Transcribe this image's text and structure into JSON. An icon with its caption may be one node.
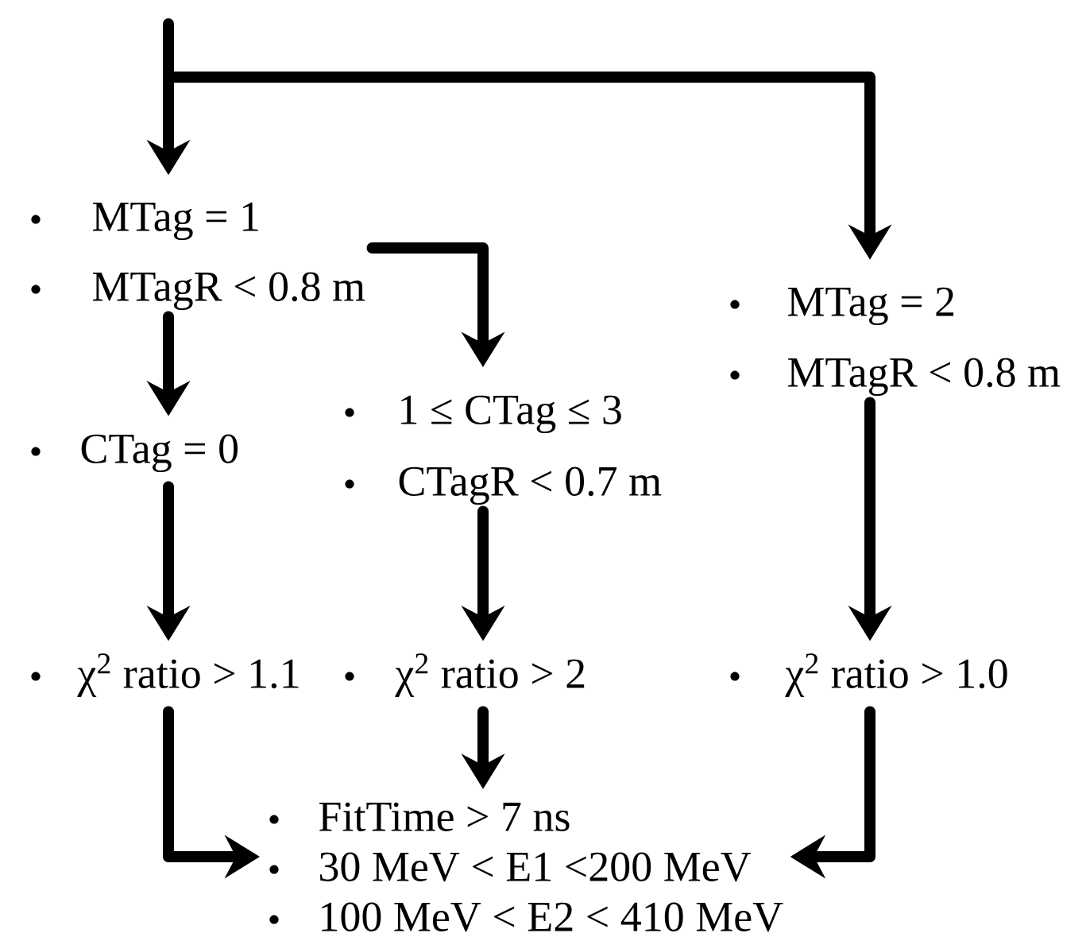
{
  "diagram": {
    "nodes": [
      {
        "text": [
          "MTag = 1",
          "MTagR < 0.8 m"
        ]
      },
      {
        "text": [
          "CTag = 0"
        ]
      },
      {
        "text": [
          "1 ≤ CTag ≤ 3",
          "CTagR < 0.7 m"
        ]
      },
      {
        "text": [
          "MTag = 2",
          "MTagR < 0.8 m"
        ]
      },
      {
        "text": [
          "χ$^{2}$ ratio > 1.1"
        ]
      },
      {
        "text": [
          "χ$^{2}$ ratio > 2"
        ]
      },
      {
        "text": [
          "χ$^{2}$ ratio > 1.0"
        ]
      },
      {
        "text": [
          "FitTime > 7 ns",
          "30 MeV < E1 <200 MeV",
          "100 MeV < E2 < 410 MeV"
        ]
      }
    ],
    "edges": [
      {
        "from": null,
        "to": 0,
        "arrow": "to"
      },
      {
        "from": null,
        "to": 3,
        "arrow": "to"
      },
      {
        "from": 0,
        "to": 1,
        "arrow": "to"
      },
      {
        "from": 0,
        "to": 2,
        "arrow": "to"
      },
      {
        "from": 2,
        "to": 5,
        "arrow": "to"
      },
      {
        "from": 1,
        "to": 4,
        "arrow": "to"
      },
      {
        "from": 3,
        "to": 6,
        "arrow": "to"
      },
      {
        "from": 4,
        "to": 7,
        "arrow": "to"
      },
      {
        "from": 5,
        "to": 7,
        "arrow": "to"
      },
      {
        "from": 6,
        "to": 7,
        "arrow": "to"
      }
    ]
  }
}
